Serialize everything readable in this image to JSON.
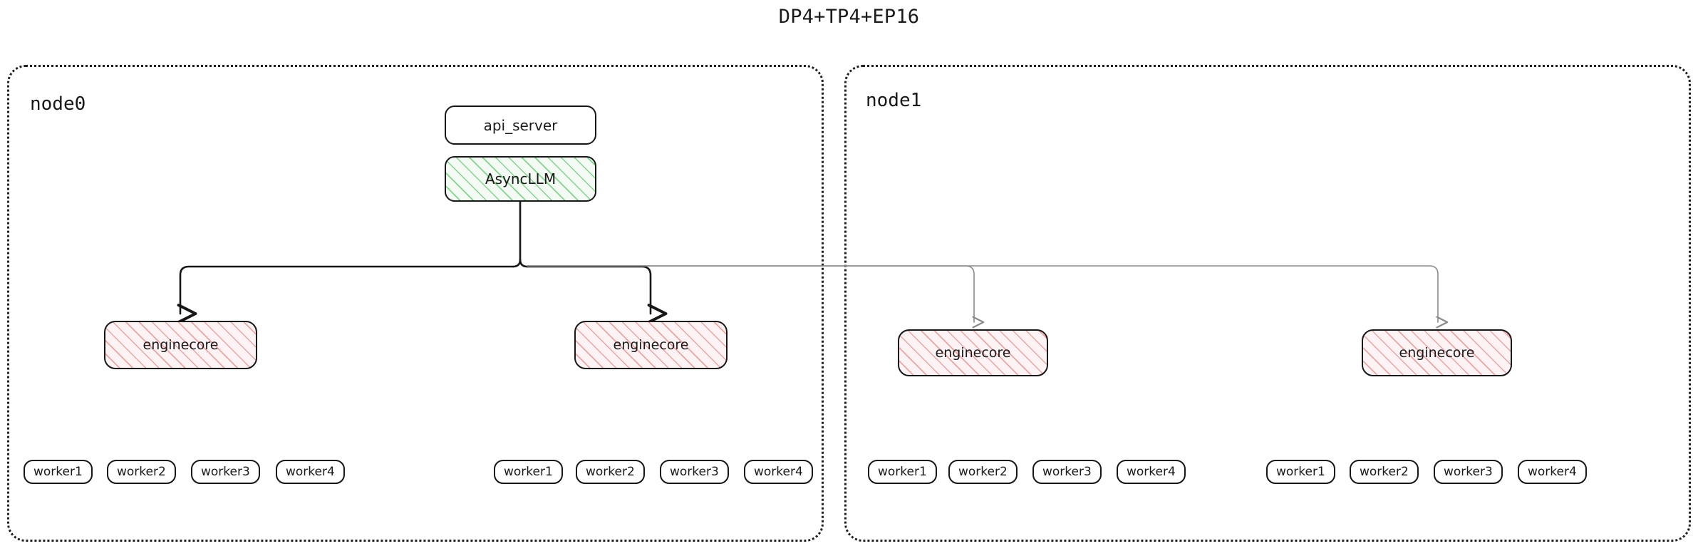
{
  "title": "DP4+TP4+EP16",
  "nodes": [
    {
      "label": "node0",
      "api_server": "api_server",
      "async_llm": "AsyncLLM",
      "enginecores": [
        {
          "label": "enginecore",
          "workers": [
            "worker1",
            "worker2",
            "worker3",
            "worker4"
          ]
        },
        {
          "label": "enginecore",
          "workers": [
            "worker1",
            "worker2",
            "worker3",
            "worker4"
          ]
        }
      ]
    },
    {
      "label": "node1",
      "enginecores": [
        {
          "label": "enginecore",
          "workers": [
            "worker1",
            "worker2",
            "worker3",
            "worker4"
          ]
        },
        {
          "label": "enginecore",
          "workers": [
            "worker1",
            "worker2",
            "worker3",
            "worker4"
          ]
        }
      ]
    }
  ],
  "colors": {
    "background": "#ffffff",
    "stroke": "#171717",
    "stroke_light": "#8a8a8a",
    "async_llm_hatch": "#5dc96b",
    "async_llm_fill": "#f4fbf4",
    "enginecore_hatch": "#e78282",
    "enginecore_fill": "#fdf3f4",
    "text": "#1a1a1a"
  }
}
